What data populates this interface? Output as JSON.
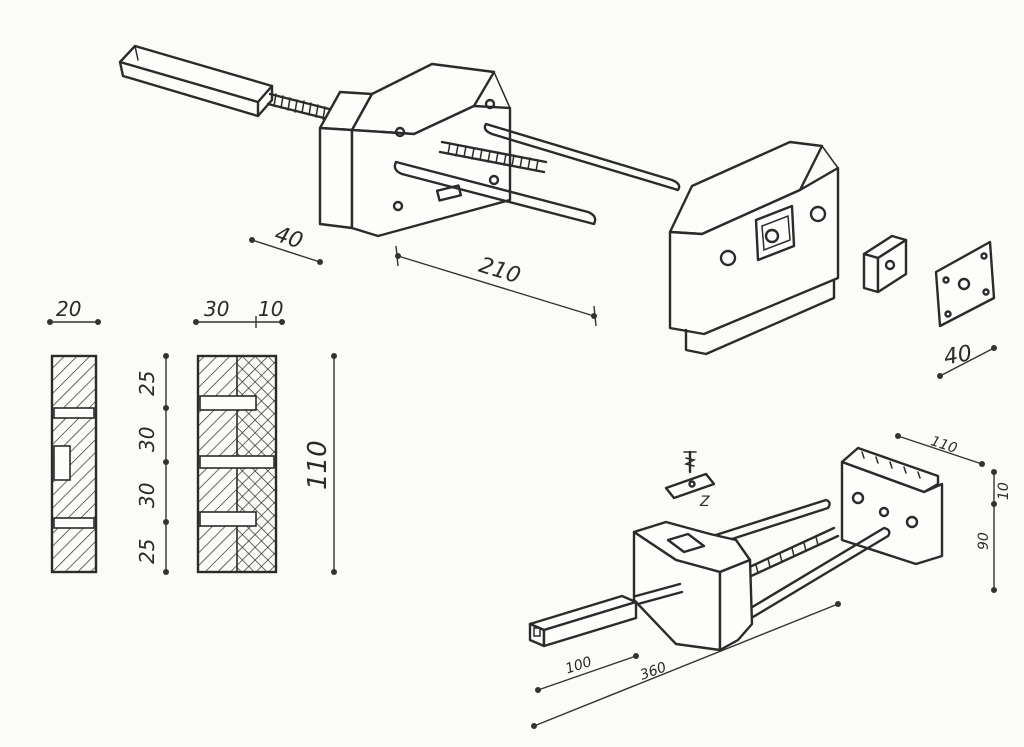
{
  "dimensions": {
    "top_depth": "40",
    "top_length": "210",
    "section_a_width": "20",
    "section_b_width": "30",
    "section_b_lip": "10",
    "section_part_1": "25",
    "section_part_2": "30",
    "section_part_3": "30",
    "section_part_4": "25",
    "section_total_height": "110",
    "plate_width": "40",
    "bottom_width": "110",
    "bottom_top": "10",
    "bottom_height": "90",
    "bottom_handle": "100",
    "bottom_total": "360",
    "screw_label": "Z"
  },
  "colors": {
    "ink": "#2b2b2b",
    "paper": "#fbfbf8"
  }
}
